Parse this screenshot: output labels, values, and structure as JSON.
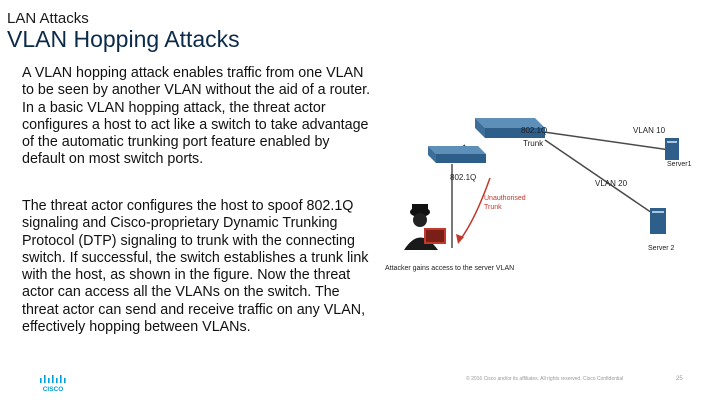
{
  "header": {
    "eyebrow": "LAN Attacks",
    "title": "VLAN Hopping Attacks"
  },
  "body": {
    "paragraph1": "A VLAN hopping attack enables traffic from one VLAN to be seen by another VLAN without the aid of a router. In a basic VLAN hopping attack, the threat actor configures a host to act like a switch to take advantage of the automatic trunking port feature enabled by default on most switch ports.",
    "paragraph2": "The threat actor configures the host to spoof 802.1Q signaling and Cisco-proprietary Dynamic Trunking Protocol (DTP) signaling to trunk with the connecting switch. If successful, the switch establishes a trunk link with the host, as shown in the figure. Now the threat actor can access all the VLANs on the switch. The threat actor can send and receive traffic on any VLAN, effectively hopping between VLANs."
  },
  "figure": {
    "label_8021q_top": "802.1Q",
    "label_trunk": "Trunk",
    "label_vlan10": "VLAN 10",
    "label_server1": "Server1",
    "label_8021q_left": "802.1Q",
    "label_unauth": "Unauthorised",
    "label_unauth_trunk": "Trunk",
    "label_vlan20": "VLAN 20",
    "label_server2": "Server 2",
    "caption": "Attacker gains access to the server VLAN",
    "accent_color": "#c0392b"
  },
  "footer": {
    "copyright": "© 2016  Cisco and/or its affiliates. All rights reserved.   Cisco Confidential",
    "page_number": "25"
  }
}
